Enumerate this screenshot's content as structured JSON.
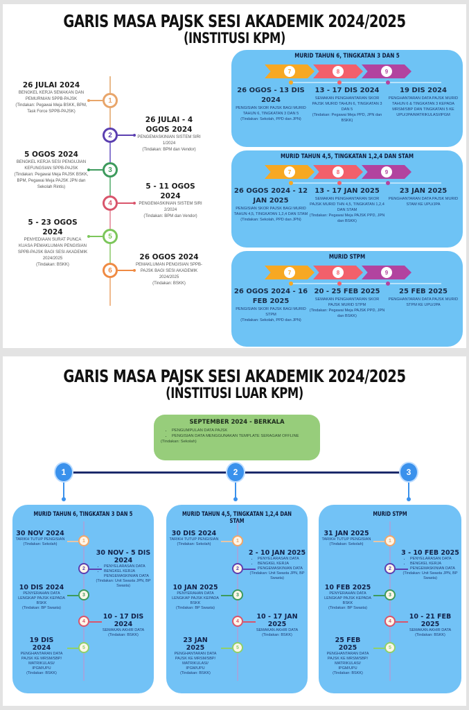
{
  "page1": {
    "title": "GARIS MASA PAJSK SESI AKADEMIK 2024/2025",
    "subtitle": "(INSTITUSI  KPM)",
    "timeline_colors": [
      "#e8a56a",
      "#5b3fb0",
      "#3d9a5c",
      "#d9546b",
      "#7cc65a",
      "#ef8a43"
    ],
    "events": [
      {
        "num": "1",
        "date": "26 JULAI 2024",
        "desc": "BENGKEL KERJA SEMAKAN DAN PEMURNIAN SPPB-PAJSK",
        "action": "(Tindakan: Pegawai Meja BSKK, BPM, Task Force SPPB-PAJSK)"
      },
      {
        "num": "2",
        "date": "26 JULAI - 4 OGOS 2024",
        "desc": "PENGEMASKINIAN SISTEM SIRI 1/2024",
        "action": "(Tindakan: BPM dan Vendor)"
      },
      {
        "num": "3",
        "date": "5 OGOS 2024",
        "desc": "BENGKEL KERJA SESI PENGUJIAN KEFUNGSIAN SPPB-PAJSK",
        "action": "(Tindakan: Pegawai Meja PAJSK BSKK, BPM, Pegawai Meja PAJSK JPN dan Sekolah Rintis)"
      },
      {
        "num": "4",
        "date": "5 - 11 OGOS 2024",
        "desc": "PENGEMASKINIAN SISTEM SIRI 2/2024",
        "action": "(Tindakan: BPM dan Vendor)"
      },
      {
        "num": "5",
        "date": "5 - 23 OGOS 2024",
        "desc": "PENYEDIAAN SURAT PUNCA KUASA PEMAKLUMAN PENGISIAN SPPB-PAJSK BAGI SESI AKADEMIK 2024/2025",
        "action": "(Tindakan: BSKK)"
      },
      {
        "num": "6",
        "date": "26 OGOS 2024",
        "desc": "PEMAKLUMAN PENGISIAN SPPB-PAJSK BAGI SESI AKADEMIK 2024/2025",
        "action": "(Tindakan: BSKK)"
      }
    ],
    "chevron_colors": [
      "#f7a823",
      "#f2606b",
      "#b2439f"
    ],
    "panels": [
      {
        "title": "MURID TAHUN 6, TINGKATAN 3 DAN 5",
        "steps": [
          {
            "num": "7",
            "date": "26 OGOS - 13 DIS 2024",
            "desc": "PENGISIAN SKOR PAJSK BAGI MURID TAHUN 6, TINGKATAN 3 DAN 5",
            "action": "(Tindakan: Sekolah, PPD dan JPN)"
          },
          {
            "num": "8",
            "date": "13 - 17 DIS 2024",
            "desc": "SEMAKAN PENGHANTARAN SKOR PAJSK MURID TAHUN 6, TINGKATAN 3 DAN 5",
            "action": "(Tindakan: Pegawai Meja PPD, JPN dan BSKK)"
          },
          {
            "num": "9",
            "date": "19 DIS 2024",
            "desc": "PENGHANTARAN DATA PAJSK MURID TAHUN 6 & TINGKATAN 3 KEPADA MRSM/SBP DAN TINGKATAN 5 KE UPU/JPA/MATRIKULASI/IPGM",
            "action": ""
          }
        ]
      },
      {
        "title": "MURID TAHUN 4,5, TINGKATAN 1,2,4 DAN STAM",
        "steps": [
          {
            "num": "7",
            "date": "26 OGOS 2024 - 12 JAN 2025",
            "desc": "PENGISIAN SKOR PAJSK BAGI MURID TAHUN 4,5, TINGKATAN 1,2,4 DAN STAM",
            "action": "(Tindakan: Sekolah, PPD dan JPN)"
          },
          {
            "num": "8",
            "date": "13 - 17 JAN 2025",
            "desc": "SEMAKAN PENGHANTARAN SKOR PAJSK MURID THN 4,5, TINGKATAN 1,2,4 DAN STAM",
            "action": "(Tindakan: Pegawai Meja PAJSK PPD, JPN dan BSKK)"
          },
          {
            "num": "9",
            "date": "23 JAN 2025",
            "desc": "PENGHANTARAN DATA PAJSK MURID STAM KE UPU/JPA",
            "action": ""
          }
        ]
      },
      {
        "title": "MURID STPM",
        "steps": [
          {
            "num": "7",
            "date": "26 OGOS 2024 - 16 FEB 2025",
            "desc": "PENGISIAN SKOR PAJSK BAGI MURID STPM",
            "action": "(Tindakan: Sekolah, PPD dan JPN)"
          },
          {
            "num": "8",
            "date": "20 - 25 FEB 2025",
            "desc": "SEMAKAN PENGHANTARAN SKOR PAJSK MURID STPM",
            "action": "(Tindakan: Pegawai Meja PAJSK PPD, JPN dan BSKK)"
          },
          {
            "num": "9",
            "date": "25 FEB 2025",
            "desc": "PENGHANTARAN DATA PAJSK MURID STPM  KE UPU/JPA",
            "action": ""
          }
        ]
      }
    ]
  },
  "page2": {
    "title": "GARIS MASA PAJSK SESI AKADEMIK 2024/2025",
    "subtitle": "(INSTITUSI LUAR KPM)",
    "intro": {
      "title": "SEPTEMBER 2024 - BERKALA",
      "bullets": [
        "PENGUMPULAN DATA PAJSK",
        "PENGISIAN DATA MENGGUNAKAN TEMPLATE SERAGAM OFFLINE"
      ],
      "action": "(Tindakan: Sekolah)"
    },
    "branches": [
      "1",
      "2",
      "3"
    ],
    "node_colors": [
      "#f0a66a",
      "#5b3fb0",
      "#3d9a5c",
      "#d9546b",
      "#8fd06a"
    ],
    "panels": [
      {
        "title": "MURID TAHUN 6, TINGKATAN 3 DAN 5",
        "events": [
          {
            "num": "1",
            "date": "30 NOV 2024",
            "desc": "TARIKH TUTUP PENGISIAN",
            "action": "(Tindakan: Sekolah)"
          },
          {
            "num": "2",
            "date": "30 NOV - 5 DIS 2024",
            "bullets": [
              "PENYELARASAN DATA",
              "BENGKEL KERJA PENGEMASKINIAN DATA"
            ],
            "action": "(Tindakan: Unit Swasta JPN, BP Swasta)"
          },
          {
            "num": "3",
            "date": "10 DIS 2024",
            "desc": "PENYERAHAN DATA LENGKAP PAJSK KEPADA BSKK",
            "action": "(Tindakan: BP Swasta)"
          },
          {
            "num": "4",
            "date": "10 - 17 DIS 2024",
            "desc": "SEMAKAN AKHIR DATA",
            "action": "(Tindakan: BSKK)"
          },
          {
            "num": "5",
            "date": "19 DIS 2024",
            "desc": "PENGHANTARAN DATA PAJSK KE MRSM/SBP/ MATRIKULASI/ IPGM/UPU",
            "action": "(Tindakan: BSKK)"
          }
        ]
      },
      {
        "title": "MURID TAHUN 4,5, TINGKATAN 1,2,4 DAN STAM",
        "events": [
          {
            "num": "1",
            "date": "30 DIS 2024",
            "desc": "TARIKH TUTUP PENGISIAN",
            "action": "(Tindakan: Sekolah)"
          },
          {
            "num": "2",
            "date": "2 - 10 JAN 2025",
            "bullets": [
              "PENYELARASAN DATA",
              "BENGKEL KERJA PENGEMASKINIAN DATA"
            ],
            "action": "(Tindakan: Unit Swasta JPN, BP Swasta)"
          },
          {
            "num": "3",
            "date": "10 JAN 2025",
            "desc": "PENYERAHAN DATA LENGKAP PAJSK KEPADA BSKK",
            "action": "(Tindakan: BP Swasta)"
          },
          {
            "num": "4",
            "date": "10 - 17 JAN 2025",
            "desc": "SEMAKAN AKHIR DATA",
            "action": "(Tindakan: BSKK)"
          },
          {
            "num": "5",
            "date": "23 JAN 2025",
            "desc": "PENGHANTARAN DATA PAJSK KE MRSM/SBP/ MATRIKULASI/ IPGM/UPU",
            "action": "(Tindakan: BSKK)"
          }
        ]
      },
      {
        "title": "MURID  STPM",
        "events": [
          {
            "num": "1",
            "date": "31 JAN 2025",
            "desc": "TARIKH TUTUP PENGISIAN",
            "action": "(Tindakan: Sekolah)"
          },
          {
            "num": "2",
            "date": "3 - 10 FEB 2025",
            "bullets": [
              "PENYELARASAN DATA",
              "BENGKEL KERJA PENGEMASKINIAN DATA"
            ],
            "action": "(Tindakan: Unit Swasta JPN, BP Swasta)"
          },
          {
            "num": "3",
            "date": "10 FEB 2025",
            "desc": "PENYERAHAN DATA LENGKAP PAJSK KEPADA BSKK",
            "action": "(Tindakan: BP Swasta)"
          },
          {
            "num": "4",
            "date": "10 - 21 FEB 2025",
            "desc": "SEMAKAN AKHIR DATA",
            "action": "(Tindakan: BSKK)"
          },
          {
            "num": "5",
            "date": "25 FEB 2025",
            "desc": "PENGHANTARAN DATA PAJSK KE MRSM/SBP/ MATRIKULASI/ IPGM/UPU",
            "action": "(Tindakan: BSKK)"
          }
        ]
      }
    ]
  }
}
